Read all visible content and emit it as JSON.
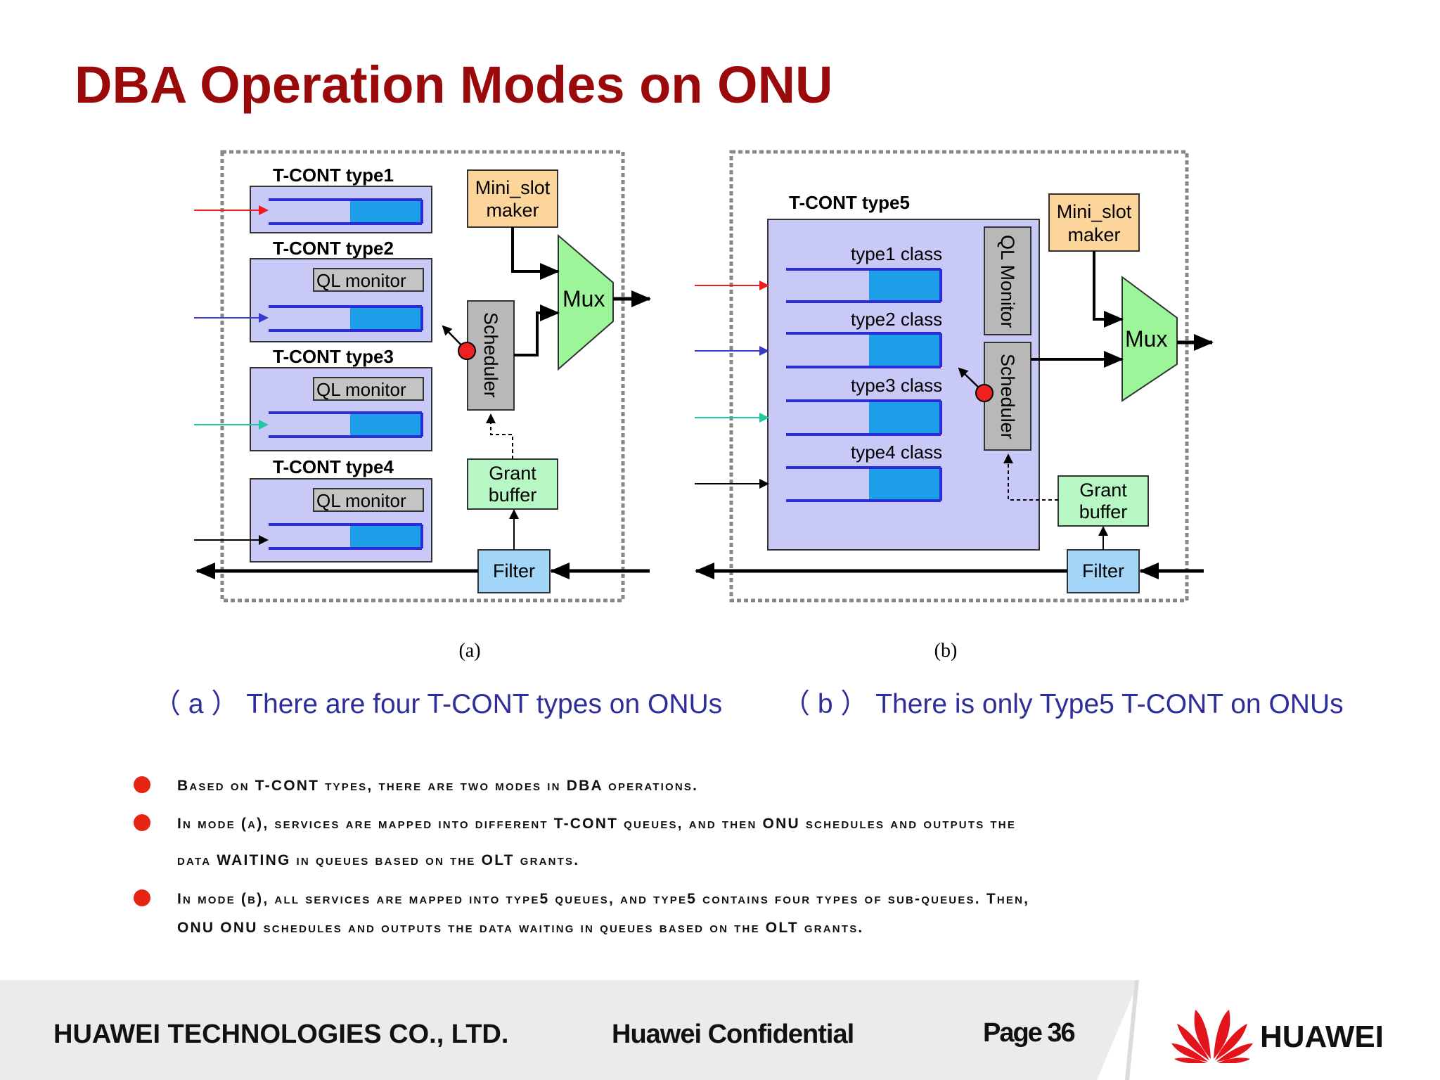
{
  "title": "DBA Operation Modes on ONU",
  "diagram_a": {
    "tcont_labels": [
      "T-CONT type1",
      "T-CONT type2",
      "T-CONT type3",
      "T-CONT type4"
    ],
    "ql_monitor": "QL monitor",
    "mini_slot_line1": "Mini_slot",
    "mini_slot_line2": "maker",
    "mux": "Mux",
    "scheduler": "Scheduler",
    "grant_line1": "Grant",
    "grant_line2": "buffer",
    "filter": "Filter",
    "sublabel": "(a)"
  },
  "diagram_b": {
    "tcont_label": "T-CONT type5",
    "class_labels": [
      "type1 class",
      "type2 class",
      "type3 class",
      "type4 class"
    ],
    "ql_monitor": "QL Monitor",
    "scheduler": "Scheduler",
    "mini_slot_line1": "Mini_slot",
    "mini_slot_line2": "maker",
    "mux": "Mux",
    "grant_line1": "Grant",
    "grant_line2": "buffer",
    "filter": "Filter",
    "sublabel": "(b)"
  },
  "captions": {
    "a": "（ a ） There are four T-CONT types on ONUs",
    "b": "（ b ） There is only Type5 T-CONT on ONUs"
  },
  "bullets": {
    "b1": "Based on T-CONT types, there are two modes in DBA operations.",
    "b2_line1": "In mode (a), services are mapped into different T-CONT queues, and then ONU schedules and outputs the",
    "b2_line2": "data WAITING in queues based on the OLT grants.",
    "b3_line1": "In mode (b), all services are mapped into type5 queues, and type5 contains four types of sub-queues. Then,",
    "b3_line2": "ONU ONU schedules and outputs the data waiting in queues based on the OLT grants."
  },
  "footer": {
    "company": "HUAWEI TECHNOLOGIES CO., LTD.",
    "confidential": "Huawei Confidential",
    "page": "Page 36",
    "logo_text": "HUAWEI"
  },
  "colors": {
    "title": "#9b0a0a",
    "caption": "#2e2e9a",
    "bullet": "#e52413",
    "tcont_fill": "#c9c9f7",
    "queue_cells": "#1c9fe8",
    "mini_slot_fill": "#fcd59a",
    "mux_fill": "#9cf598",
    "grant_fill": "#b6f7c4",
    "filter_fill": "#a2d5f7",
    "scheduler_fill": "#b8b8b8",
    "input_red": "#ee1c1c",
    "input_blue": "#3a3ad0",
    "input_green": "#1ec8a0",
    "input_black": "#000000"
  }
}
